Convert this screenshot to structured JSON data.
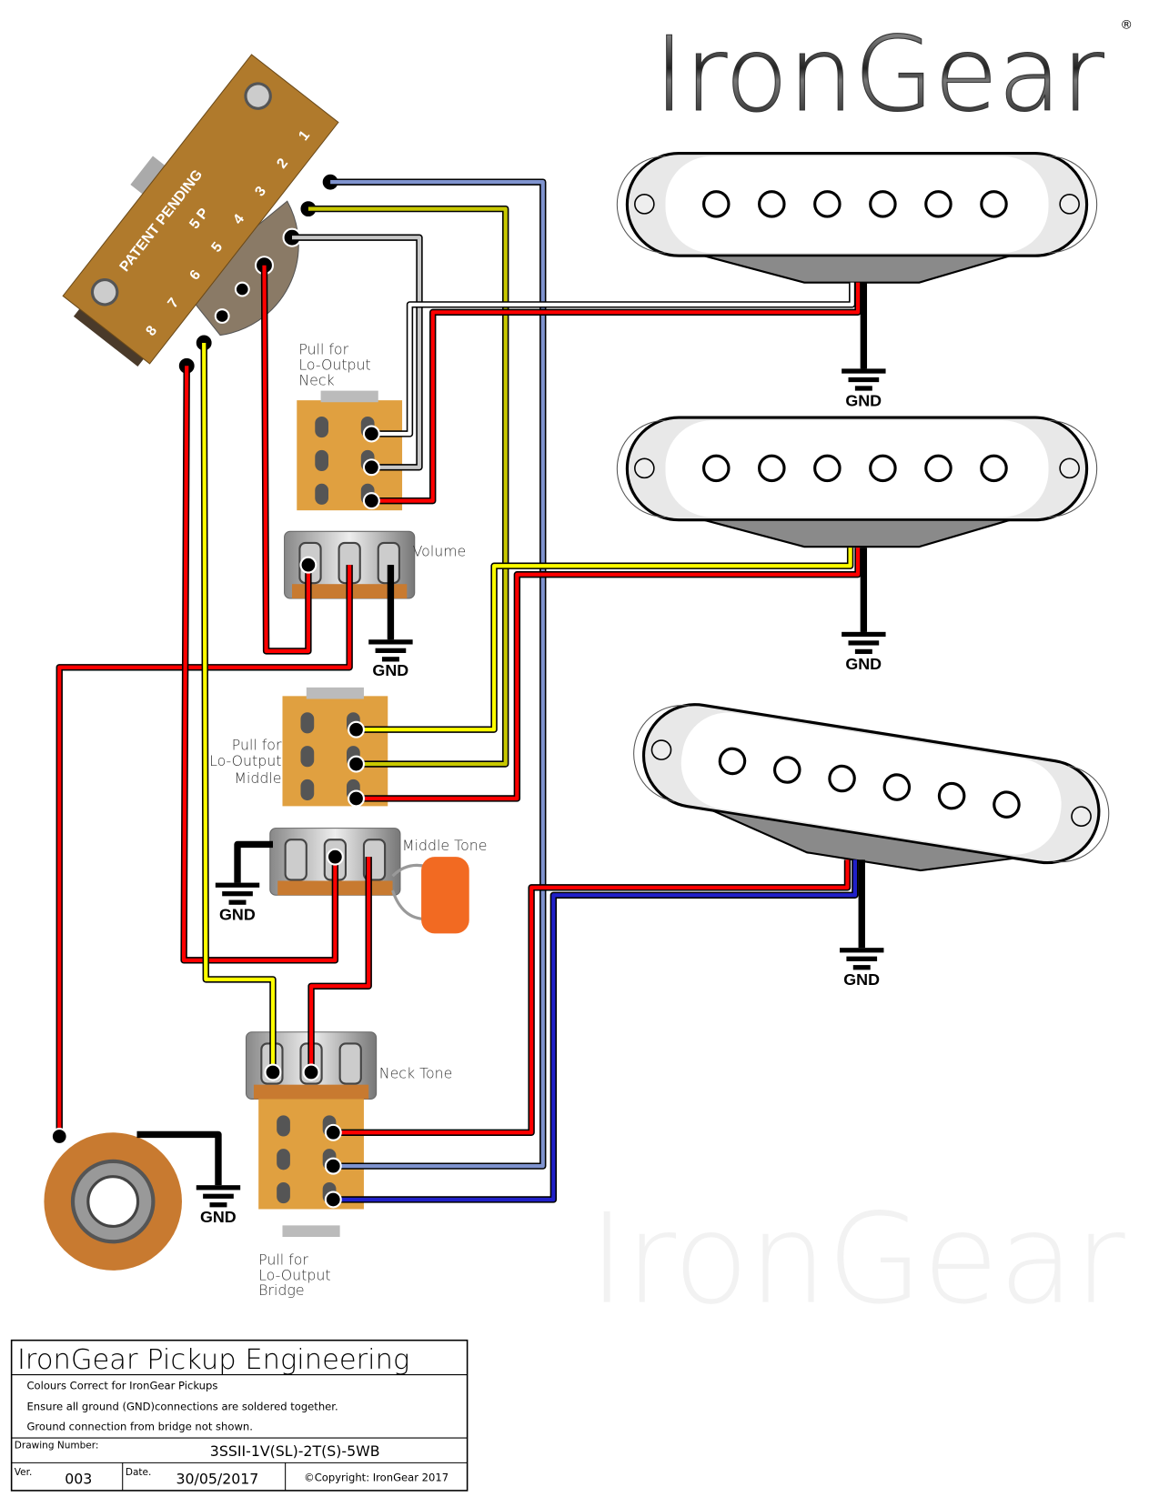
{
  "logo": {
    "text": "IronGear",
    "registered": "®"
  },
  "watermark": "IronGear",
  "switch": {
    "text": "PATENT PENDING",
    "model": "5 P",
    "numbers": [
      "1",
      "2",
      "3",
      "4",
      "5",
      "6",
      "7",
      "8"
    ]
  },
  "labels": {
    "neck_pull": [
      "Pull for",
      "Lo-Output",
      "Neck"
    ],
    "volume": "Volume",
    "middle_pull": [
      "Pull for",
      "Lo-Output",
      "Middle"
    ],
    "middle_tone": "Middle Tone",
    "neck_tone": "Neck Tone",
    "bridge_pull": [
      "Pull for",
      "Lo-Output",
      "Bridge"
    ]
  },
  "gnd_labels": [
    "GND",
    "GND",
    "GND",
    "GND",
    "GND",
    "GND"
  ],
  "title_block": {
    "title": "IronGear Pickup Engineering",
    "notes": [
      "Colours Correct for IronGear Pickups",
      "Ensure all ground (GND)connections are soldered together.",
      "Ground connection from bridge not shown."
    ],
    "drawing_number_label": "Drawing Number:",
    "drawing_number": "3SSII-1V(SL)-2T(S)-5WB",
    "ver_label": "Ver.",
    "ver": "003",
    "date_label": "Date.",
    "date": "30/05/2017",
    "copyright": "©Copyright: IronGear 2017"
  },
  "colors": {
    "red": "#ff0000",
    "yellow": "#ffff00",
    "dark_yellow": "#c8c800",
    "light_blue": "#7f93cf",
    "dark_blue": "#2020c8",
    "grey": "#c8c8c8",
    "white": "#ffffff",
    "black": "#000000",
    "pot_orange": "#e0a040",
    "switch_brown": "#b07a2c",
    "capacitor": "#f26a22"
  }
}
